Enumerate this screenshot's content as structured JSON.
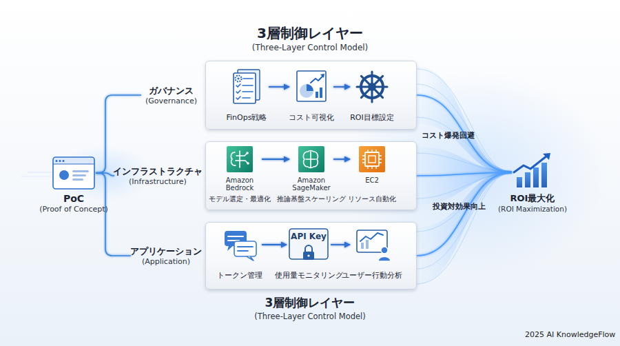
{
  "diagram": {
    "title": "3層制御レイヤー",
    "caption": "3層制御レイヤー",
    "nodes": [
      {
        "text": [
          "PoC",
          "(Proof of Concept)"
        ]
      },
      {
        "text": [
          "ガバナンス",
          "(Governance)"
        ]
      },
      {
        "text": [
          "FinOps戦略"
        ],
        "in": 1
      },
      {
        "text": [
          "コスト可視化"
        ],
        "in": 1
      },
      {
        "text": [
          "ROI目標設定"
        ],
        "in": 1
      },
      {
        "text": [
          "インフラストラクチャ",
          "(Infrastructure)"
        ]
      },
      {
        "text": [
          "Amazon Bedrock",
          "モデル選定・最適化"
        ],
        "in": 5
      },
      {
        "text": [
          "Amazon SageMaker",
          "推論基盤スケーリング"
        ],
        "in": 5
      },
      {
        "text": [
          "EC2",
          "リソース自動化"
        ],
        "in": 5
      },
      {
        "text": [
          "アプリケーション",
          "(Application)"
        ]
      },
      {
        "text": [
          "トークン管理"
        ],
        "in": 9
      },
      {
        "text": [
          "API Key",
          "使用量モニタリング"
        ],
        "in": 9
      },
      {
        "text": [
          "ユーザー行動分析"
        ],
        "in": 9
      },
      {
        "text": [
          "ROI最大化",
          "(ROI Maximization)"
        ]
      }
    ],
    "edges": [
      {
        "from": 0,
        "to": 1,
        "arrow": "none"
      },
      {
        "from": 0,
        "to": 5,
        "arrow": "none"
      },
      {
        "from": 0,
        "to": 9,
        "arrow": "none"
      },
      {
        "from": 2,
        "to": 3,
        "arrow": "to"
      },
      {
        "from": 3,
        "to": 4,
        "arrow": "to"
      },
      {
        "from": 6,
        "to": 7,
        "arrow": "to"
      },
      {
        "from": 7,
        "to": 8,
        "arrow": "to"
      },
      {
        "from": 10,
        "to": 11,
        "arrow": "to"
      },
      {
        "from": 11,
        "to": 12,
        "arrow": "to"
      },
      {
        "from": 1,
        "to": 13,
        "arrow": "none"
      },
      {
        "from": 5,
        "to": 13,
        "arrow": "none"
      },
      {
        "from": 9,
        "to": 13,
        "arrow": "none"
      }
    ],
    "labels": [
      "(Three-Layer Control Model)",
      "コスト爆発回避",
      "投資対効果向上",
      "(Three-Layer Control Model)",
      "2025 AI KnowledgeFlow"
    ]
  }
}
